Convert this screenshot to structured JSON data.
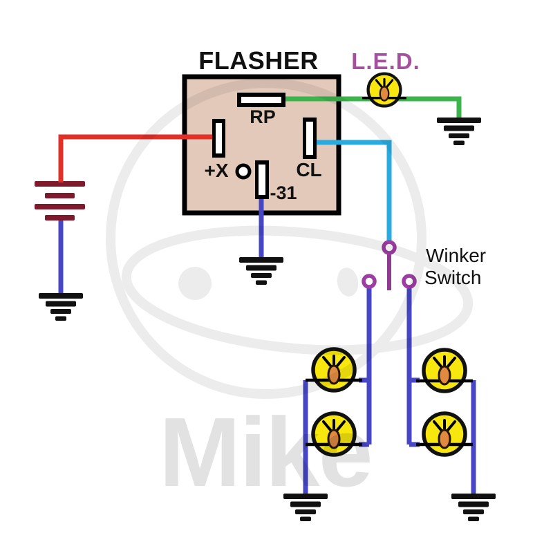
{
  "labels": {
    "relay_title": "FLASHER",
    "terminal_rp": "RP",
    "terminal_plus_x": "+X",
    "terminal_cl": "CL",
    "terminal_minus_31": "-31",
    "led": "L.E.D.",
    "switch_line1": "Winker",
    "switch_line2": "Switch",
    "watermark": "Mike"
  },
  "colors": {
    "relay_fill": "#e3c9ba",
    "relay_border": "#000000",
    "wire_red": "#e03028",
    "wire_blue": "#4747c6",
    "wire_cyan": "#29abdf",
    "wire_green": "#3cb44c",
    "battery_maroon": "#7d1b2d",
    "switch_purple": "#9d3ca2",
    "lever_purple": "#8d3b8f",
    "bulb_yellow": "#f8e70e",
    "bulb_outline": "#111111",
    "filament_orange": "#e08a40",
    "led_label_purple": "#a4509e",
    "label_black": "#111111",
    "watermark_gray": "#ececec"
  }
}
